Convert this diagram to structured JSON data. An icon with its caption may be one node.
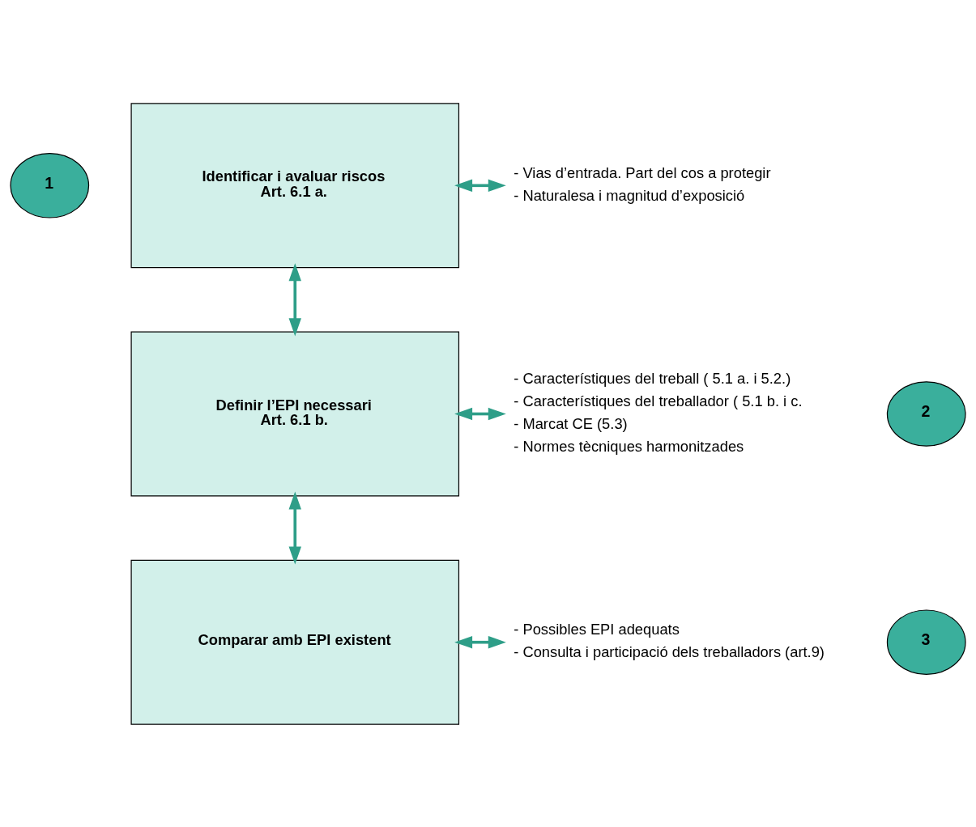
{
  "diagram": {
    "nodes": [
      {
        "text": [
          "1"
        ]
      },
      {
        "text": [
          "Identificar i avaluar riscos",
          "Art. 6.1 a."
        ]
      },
      {
        "text": [
          "- Vias d’entrada. Part del cos a protegir",
          "- Naturalesa i magnitud d’exposició"
        ]
      },
      {
        "text": [
          "2"
        ]
      },
      {
        "text": [
          "Definir l’EPI necessari",
          "Art. 6.1 b."
        ]
      },
      {
        "text": [
          "- Característiques del treball ( 5.1 a. i 5.2.)",
          "- Característiques del treballador ( 5.1 b. i c.",
          "- Marcat CE (5.3)",
          "- Normes tècniques harmonitzades"
        ]
      },
      {
        "text": [
          "3"
        ]
      },
      {
        "text": [
          "Comparar amb EPI existent"
        ]
      },
      {
        "text": [
          "- Possibles EPI adequats",
          "- Consulta i participació dels treballadors (art.9)"
        ]
      }
    ],
    "edges": [
      {
        "from": 1,
        "to": 2,
        "arrow": "both"
      },
      {
        "from": 1,
        "to": 4,
        "arrow": "both"
      },
      {
        "from": 4,
        "to": 5,
        "arrow": "both"
      },
      {
        "from": 4,
        "to": 7,
        "arrow": "both"
      },
      {
        "from": 7,
        "to": 8,
        "arrow": "both"
      }
    ]
  }
}
